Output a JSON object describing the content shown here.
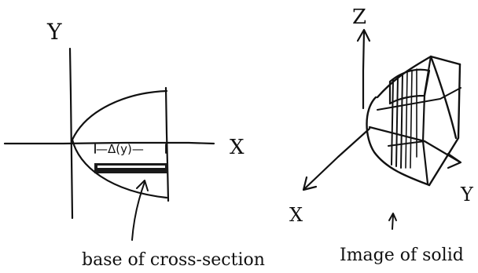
{
  "left_figure": {
    "axis_y": "Y",
    "axis_x": "X",
    "segment_label": "—Δ(y)—",
    "caption": "base of cross-section"
  },
  "right_figure": {
    "axis_z": "Z",
    "axis_x": "X",
    "axis_y": "Y",
    "caption": "Image of solid"
  }
}
